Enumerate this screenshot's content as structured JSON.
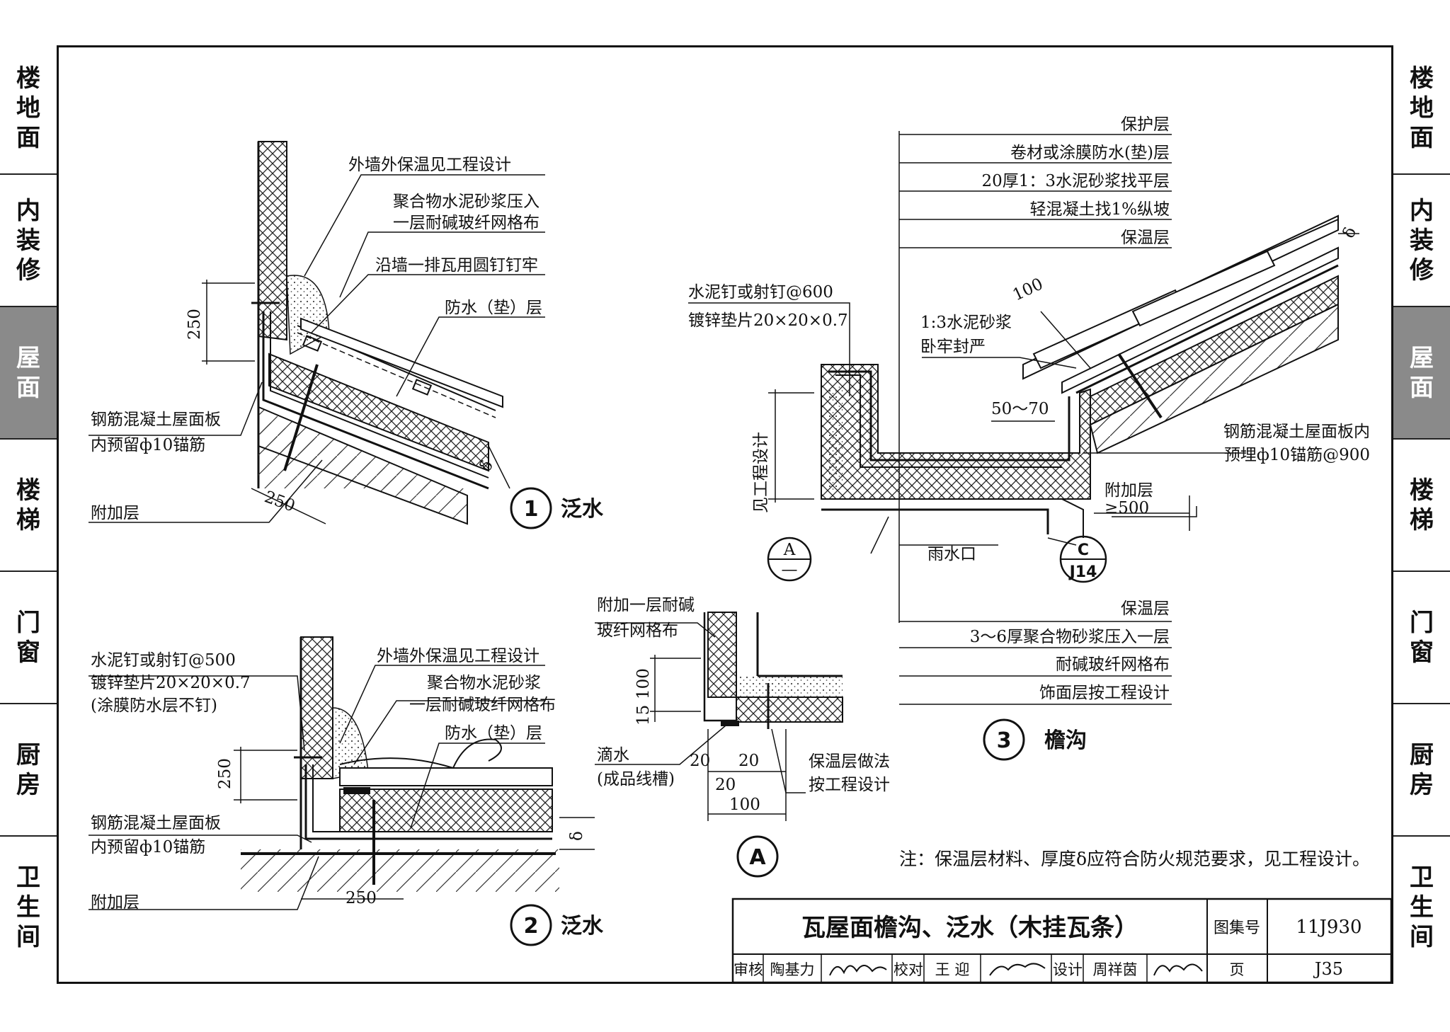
{
  "side_tabs": [
    {
      "label": "楼地面",
      "active": false
    },
    {
      "label": "内装修",
      "active": false
    },
    {
      "label": "屋面",
      "active": true
    },
    {
      "label": "楼梯",
      "active": false
    },
    {
      "label": "门窗",
      "active": false
    },
    {
      "label": "厨房",
      "active": false
    },
    {
      "label": "卫生间",
      "active": false
    }
  ],
  "detail1": {
    "num": "1",
    "title": "泛水",
    "labels": [
      "外墙外保温见工程设计",
      "聚合物水泥砂浆压入",
      "一层耐碱玻纤网格布",
      "沿墙一排瓦用圆钉钉牢",
      "防水（垫）层",
      "钢筋混凝土屋面板",
      "内预留ф10锚筋",
      "附加层"
    ],
    "dims": [
      "250",
      "250",
      "δ"
    ]
  },
  "detail2": {
    "num": "2",
    "title": "泛水",
    "labels": [
      "水泥钉或射钉@500",
      "镀锌垫片20×20×0.7",
      "(涂膜防水层不钉)",
      "外墙外保温见工程设计",
      "聚合物水泥砂浆",
      "一层耐碱玻纤网格布",
      "防水（垫）层",
      "钢筋混凝土屋面板",
      "内预留ф10锚筋",
      "附加层"
    ],
    "dims": [
      "250",
      "250",
      "δ"
    ]
  },
  "detail3": {
    "num": "3",
    "title": "檐沟",
    "layers_top": [
      "保护层",
      "卷材或涂膜防水(垫)层",
      "20厚1：3水泥砂浆找平层",
      "轻混凝土找1%纵坡",
      "保温层"
    ],
    "labels": [
      "水泥钉或射钉@600",
      "镀锌垫片20×20×0.7",
      "1:3水泥砂浆",
      "卧牢封严",
      "见工程设计",
      "钢筋混凝土屋面板内",
      "预埋ф10锚筋@900",
      "附加层",
      "雨水口"
    ],
    "dims": [
      "100",
      "δ",
      "50～70",
      "≥500"
    ],
    "layers_bottom": [
      "保温层",
      "3～6厚聚合物砂浆压入一层",
      "耐碱玻纤网格布",
      "饰面层按工程设计"
    ],
    "ref_a": {
      "top": "A",
      "bottom": "—"
    },
    "ref_c": {
      "top": "C",
      "bottom": "J14"
    }
  },
  "detailA": {
    "num": "A",
    "labels": [
      "附加一层耐碱",
      "玻纤网格布",
      "滴水",
      "(成品线槽)",
      "保温层做法",
      "按工程设计"
    ],
    "dims": [
      "15",
      "100",
      "20",
      "20",
      "20",
      "100"
    ]
  },
  "note": "注：保温层材料、厚度δ应符合防火规范要求，见工程设计。",
  "title_block": {
    "title": "瓦屋面檐沟、泛水（木挂瓦条）",
    "atlas_label": "图集号",
    "atlas_no": "11J930",
    "review_label": "审核",
    "reviewer": "陶基力",
    "check_label": "校对",
    "checker": "王  迎",
    "design_label": "设计",
    "designer": "周祥茵",
    "page_label": "页",
    "page_no": "J35"
  }
}
